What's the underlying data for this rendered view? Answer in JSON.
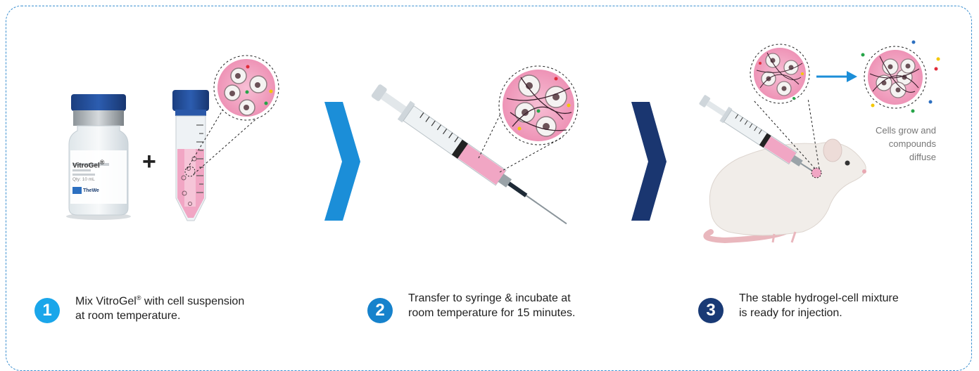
{
  "colors": {
    "step1": "#1aa6ea",
    "step2": "#1682cc",
    "step3": "#193a75",
    "chevron1": "#1b8ed8",
    "chevron2": "#1a3670",
    "gel": "#f1a6c4",
    "frame": "#3a8fd0"
  },
  "vial": {
    "brand": "VitroGel",
    "brand_mark": "®",
    "quantity": "Qty: 10 mL",
    "logo": "TheWe"
  },
  "plus_sign": "+",
  "caption": {
    "line1": "Cells grow and",
    "line2": "compounds",
    "line3": "diffuse"
  },
  "steps": [
    {
      "number": "1",
      "line1_a": "Mix VitroGel",
      "line1_mark": "®",
      "line1_b": " with cell suspension",
      "line2": "at room temperature."
    },
    {
      "number": "2",
      "line1": "Transfer to syringe & incubate at",
      "line2": "room temperature for 15 minutes."
    },
    {
      "number": "3",
      "line1": "The stable hydrogel-cell mixture",
      "line2": "is ready for injection."
    }
  ],
  "icons": [
    "vial-icon",
    "tube-icon",
    "chevron-right-icon",
    "syringe-icon",
    "zoom-circle-icon",
    "mouse-icon",
    "arrow-right-icon"
  ]
}
